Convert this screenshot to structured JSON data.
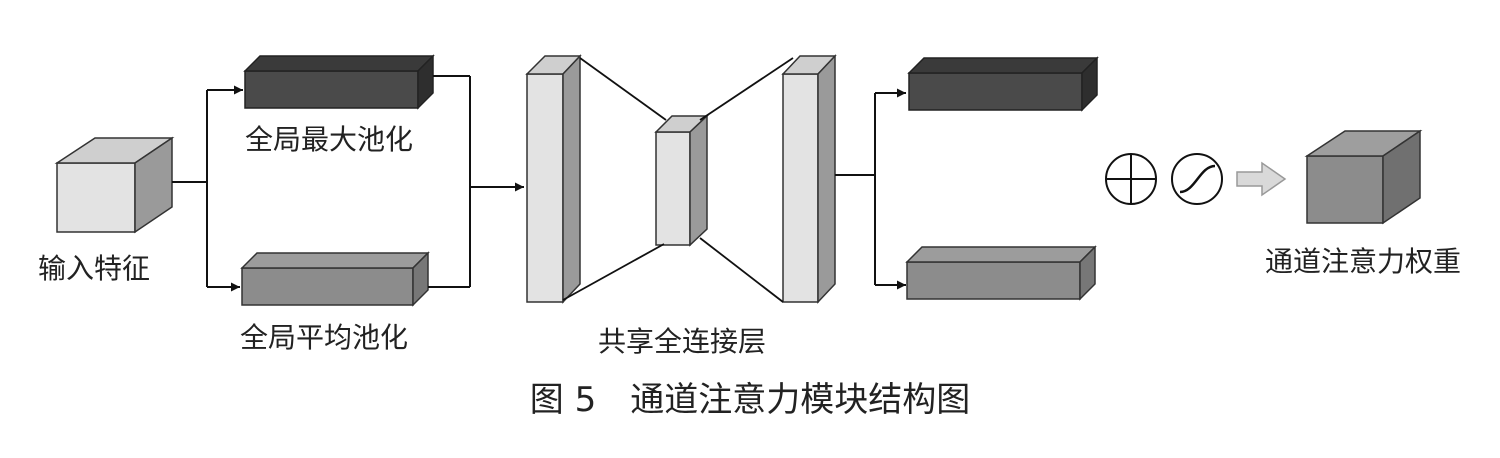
{
  "labels": {
    "input_feature": "输入特征",
    "global_max_pool": "全局最大池化",
    "global_avg_pool": "全局平均池化",
    "shared_fc": "共享全连接层",
    "channel_weight": "通道注意力权重"
  },
  "caption": "图 5　通道注意力模块结构图",
  "colors": {
    "dark_block": "#4a4a4a",
    "medium_block": "#8c8c8c",
    "light_block": "#e3e3e3",
    "arrow_light": "#d9d9d9",
    "line": "#111111"
  },
  "icons": [
    "cube-icon",
    "plus-circle-icon",
    "sigmoid-icon",
    "arrow-right-icon"
  ]
}
